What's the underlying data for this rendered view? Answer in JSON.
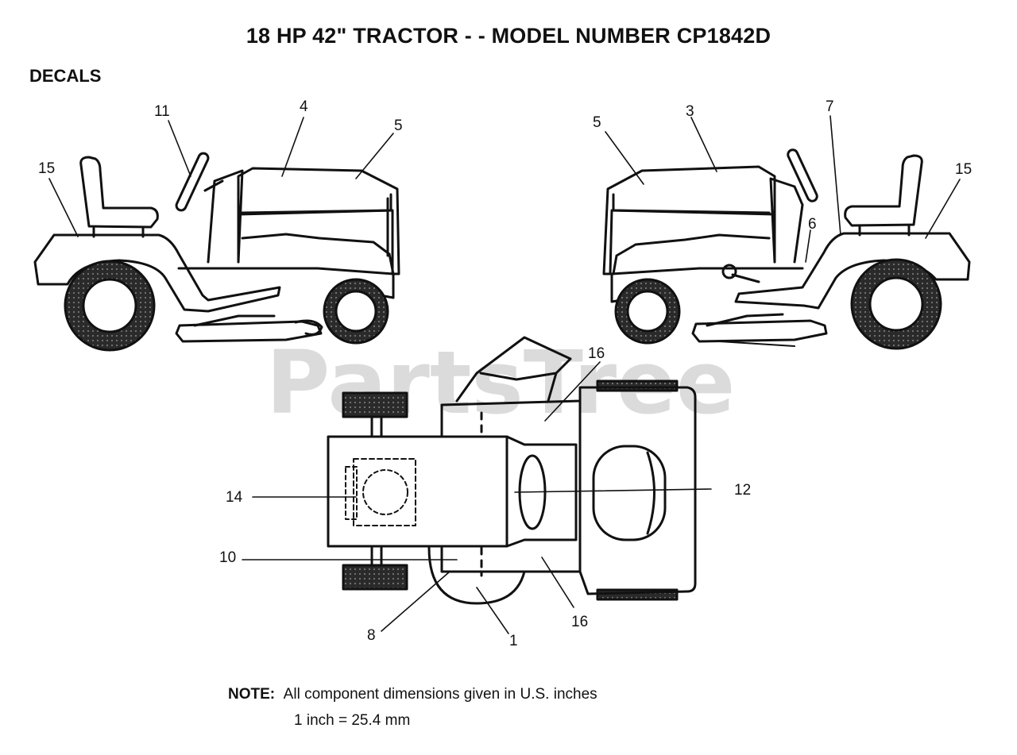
{
  "title": "18 HP 42\" TRACTOR - - MODEL NUMBER CP1842D",
  "section": "DECALS",
  "watermark": "PartsTree",
  "callouts": {
    "c11": "11",
    "c4": "4",
    "c5l": "5",
    "c15l": "15",
    "c5r": "5",
    "c3": "3",
    "c7": "7",
    "c15r": "15",
    "c6": "6",
    "c16t": "16",
    "c14": "14",
    "c12": "12",
    "c10": "10",
    "c8": "8",
    "c1": "1",
    "c16b": "16"
  },
  "note": {
    "label": "NOTE:",
    "line1": "All component dimensions given in U.S. inches",
    "line2": "1 inch = 25.4 mm"
  }
}
